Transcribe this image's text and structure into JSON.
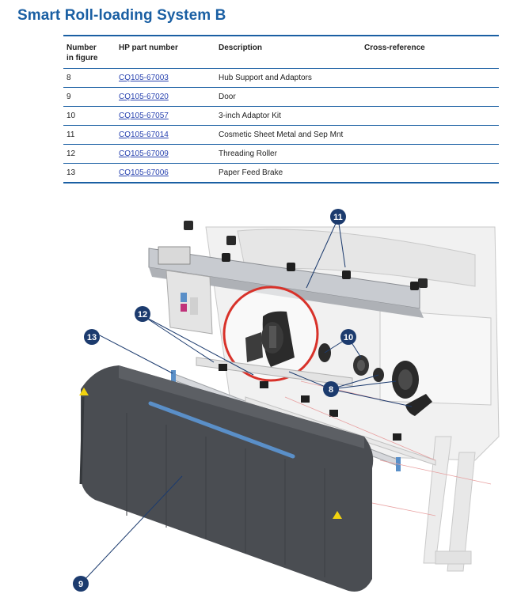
{
  "page": {
    "title": "Smart Roll-loading System B"
  },
  "table": {
    "headers": {
      "number": [
        "Number",
        "in figure"
      ],
      "part": "HP part number",
      "description": "Description",
      "xref": "Cross-reference"
    },
    "rows": [
      {
        "number": "8",
        "part": "CQ105-67003",
        "description": "Hub Support and Adaptors",
        "xref": ""
      },
      {
        "number": "9",
        "part": "CQ105-67020",
        "description": "Door",
        "xref": ""
      },
      {
        "number": "10",
        "part": "CQ105-67057",
        "description": "3-inch Adaptor Kit",
        "xref": ""
      },
      {
        "number": "11",
        "part": "CQ105-67014",
        "description": "Cosmetic Sheet Metal and Sep Mnt",
        "xref": ""
      },
      {
        "number": "12",
        "part": "CQ105-67009",
        "description": "Threading Roller",
        "xref": ""
      },
      {
        "number": "13",
        "part": "CQ105-67006",
        "description": "Paper Feed Brake",
        "xref": ""
      }
    ]
  },
  "figure": {
    "callouts": [
      "11",
      "12",
      "13",
      "10",
      "8",
      "9"
    ],
    "colors": {
      "callout": "#1c3b6e",
      "highlight": "#d8322a",
      "door": "#4a4d52",
      "accent": "#5a8fc8"
    }
  }
}
